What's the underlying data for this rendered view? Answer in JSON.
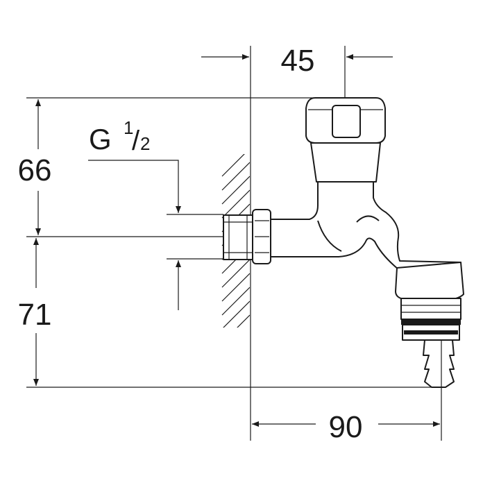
{
  "dimensions": {
    "spout_offset": "45",
    "height_above_axis": "66",
    "height_below_axis": "71",
    "projection_from_wall": "90"
  },
  "thread": {
    "letter": "G",
    "numerator": "1",
    "slash": "/",
    "denominator": "2"
  }
}
